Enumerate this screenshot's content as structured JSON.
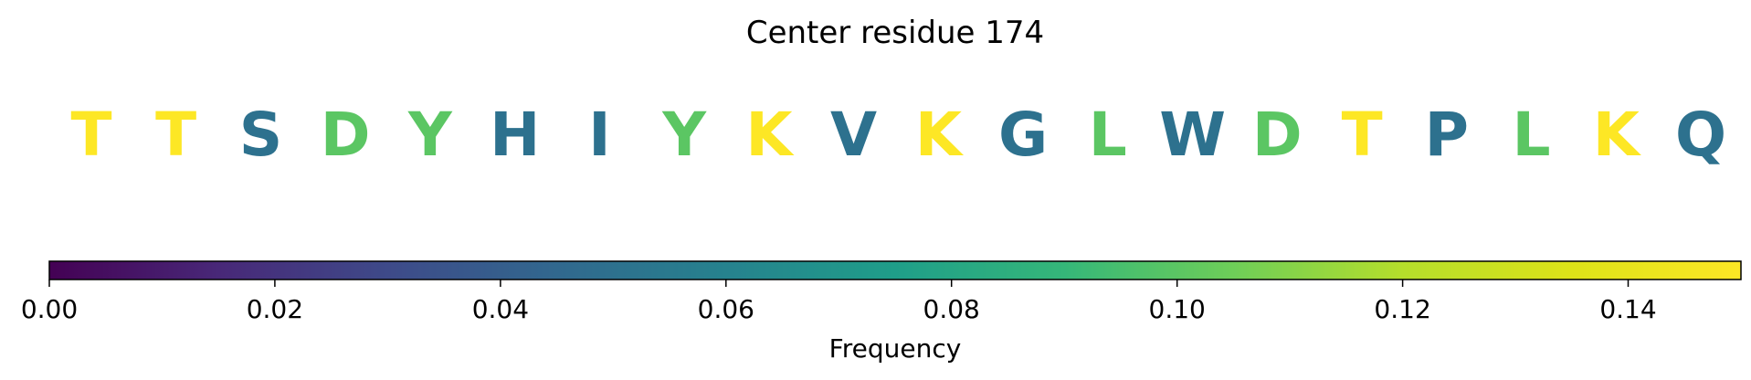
{
  "chart_data": {
    "type": "table",
    "title": "Center residue 174",
    "residues": [
      {
        "letter": "T",
        "value": 0.15
      },
      {
        "letter": "T",
        "value": 0.15
      },
      {
        "letter": "S",
        "value": 0.05
      },
      {
        "letter": "D",
        "value": 0.1
      },
      {
        "letter": "Y",
        "value": 0.1
      },
      {
        "letter": "H",
        "value": 0.05
      },
      {
        "letter": "I",
        "value": 0.05
      },
      {
        "letter": "Y",
        "value": 0.1
      },
      {
        "letter": "K",
        "value": 0.15
      },
      {
        "letter": "V",
        "value": 0.05
      },
      {
        "letter": "K",
        "value": 0.15
      },
      {
        "letter": "G",
        "value": 0.05
      },
      {
        "letter": "L",
        "value": 0.1
      },
      {
        "letter": "W",
        "value": 0.05
      },
      {
        "letter": "D",
        "value": 0.1
      },
      {
        "letter": "T",
        "value": 0.15
      },
      {
        "letter": "P",
        "value": 0.05
      },
      {
        "letter": "L",
        "value": 0.1
      },
      {
        "letter": "K",
        "value": 0.15
      },
      {
        "letter": "Q",
        "value": 0.05
      }
    ],
    "colorbar": {
      "label": "Frequency",
      "range": [
        0,
        0.15
      ],
      "ticks": [
        "0.00",
        "0.02",
        "0.04",
        "0.06",
        "0.08",
        "0.10",
        "0.12",
        "0.14"
      ],
      "colormap": "viridis"
    }
  }
}
